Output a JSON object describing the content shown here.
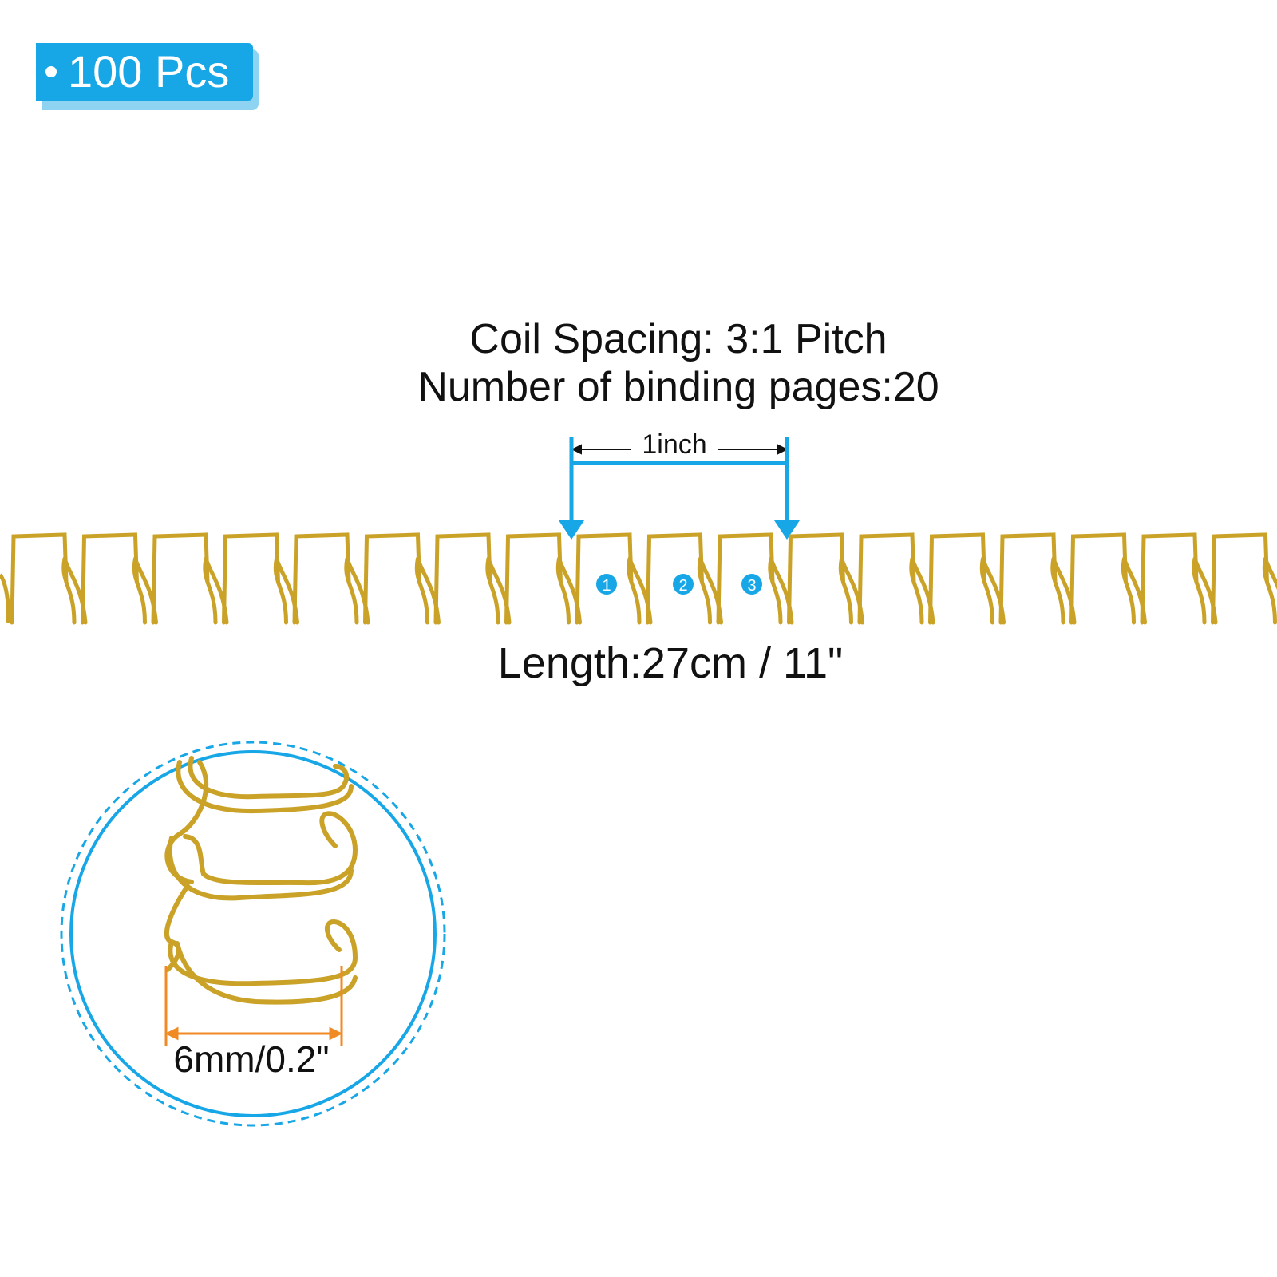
{
  "badge": {
    "text": "100 Pcs"
  },
  "specs": {
    "coil_spacing": "Coil Spacing: 3:1 Pitch",
    "binding_pages": "Number of binding pages:20"
  },
  "measure": {
    "one_inch": "1inch",
    "length": "Length:27cm / 11\"",
    "diameter": "6mm/0.2\""
  },
  "markers": [
    "1",
    "2",
    "3"
  ],
  "colors": {
    "accent_blue": "#17a6e6",
    "gold_wire": "#c9a227",
    "orange_dim": "#f08a24"
  }
}
